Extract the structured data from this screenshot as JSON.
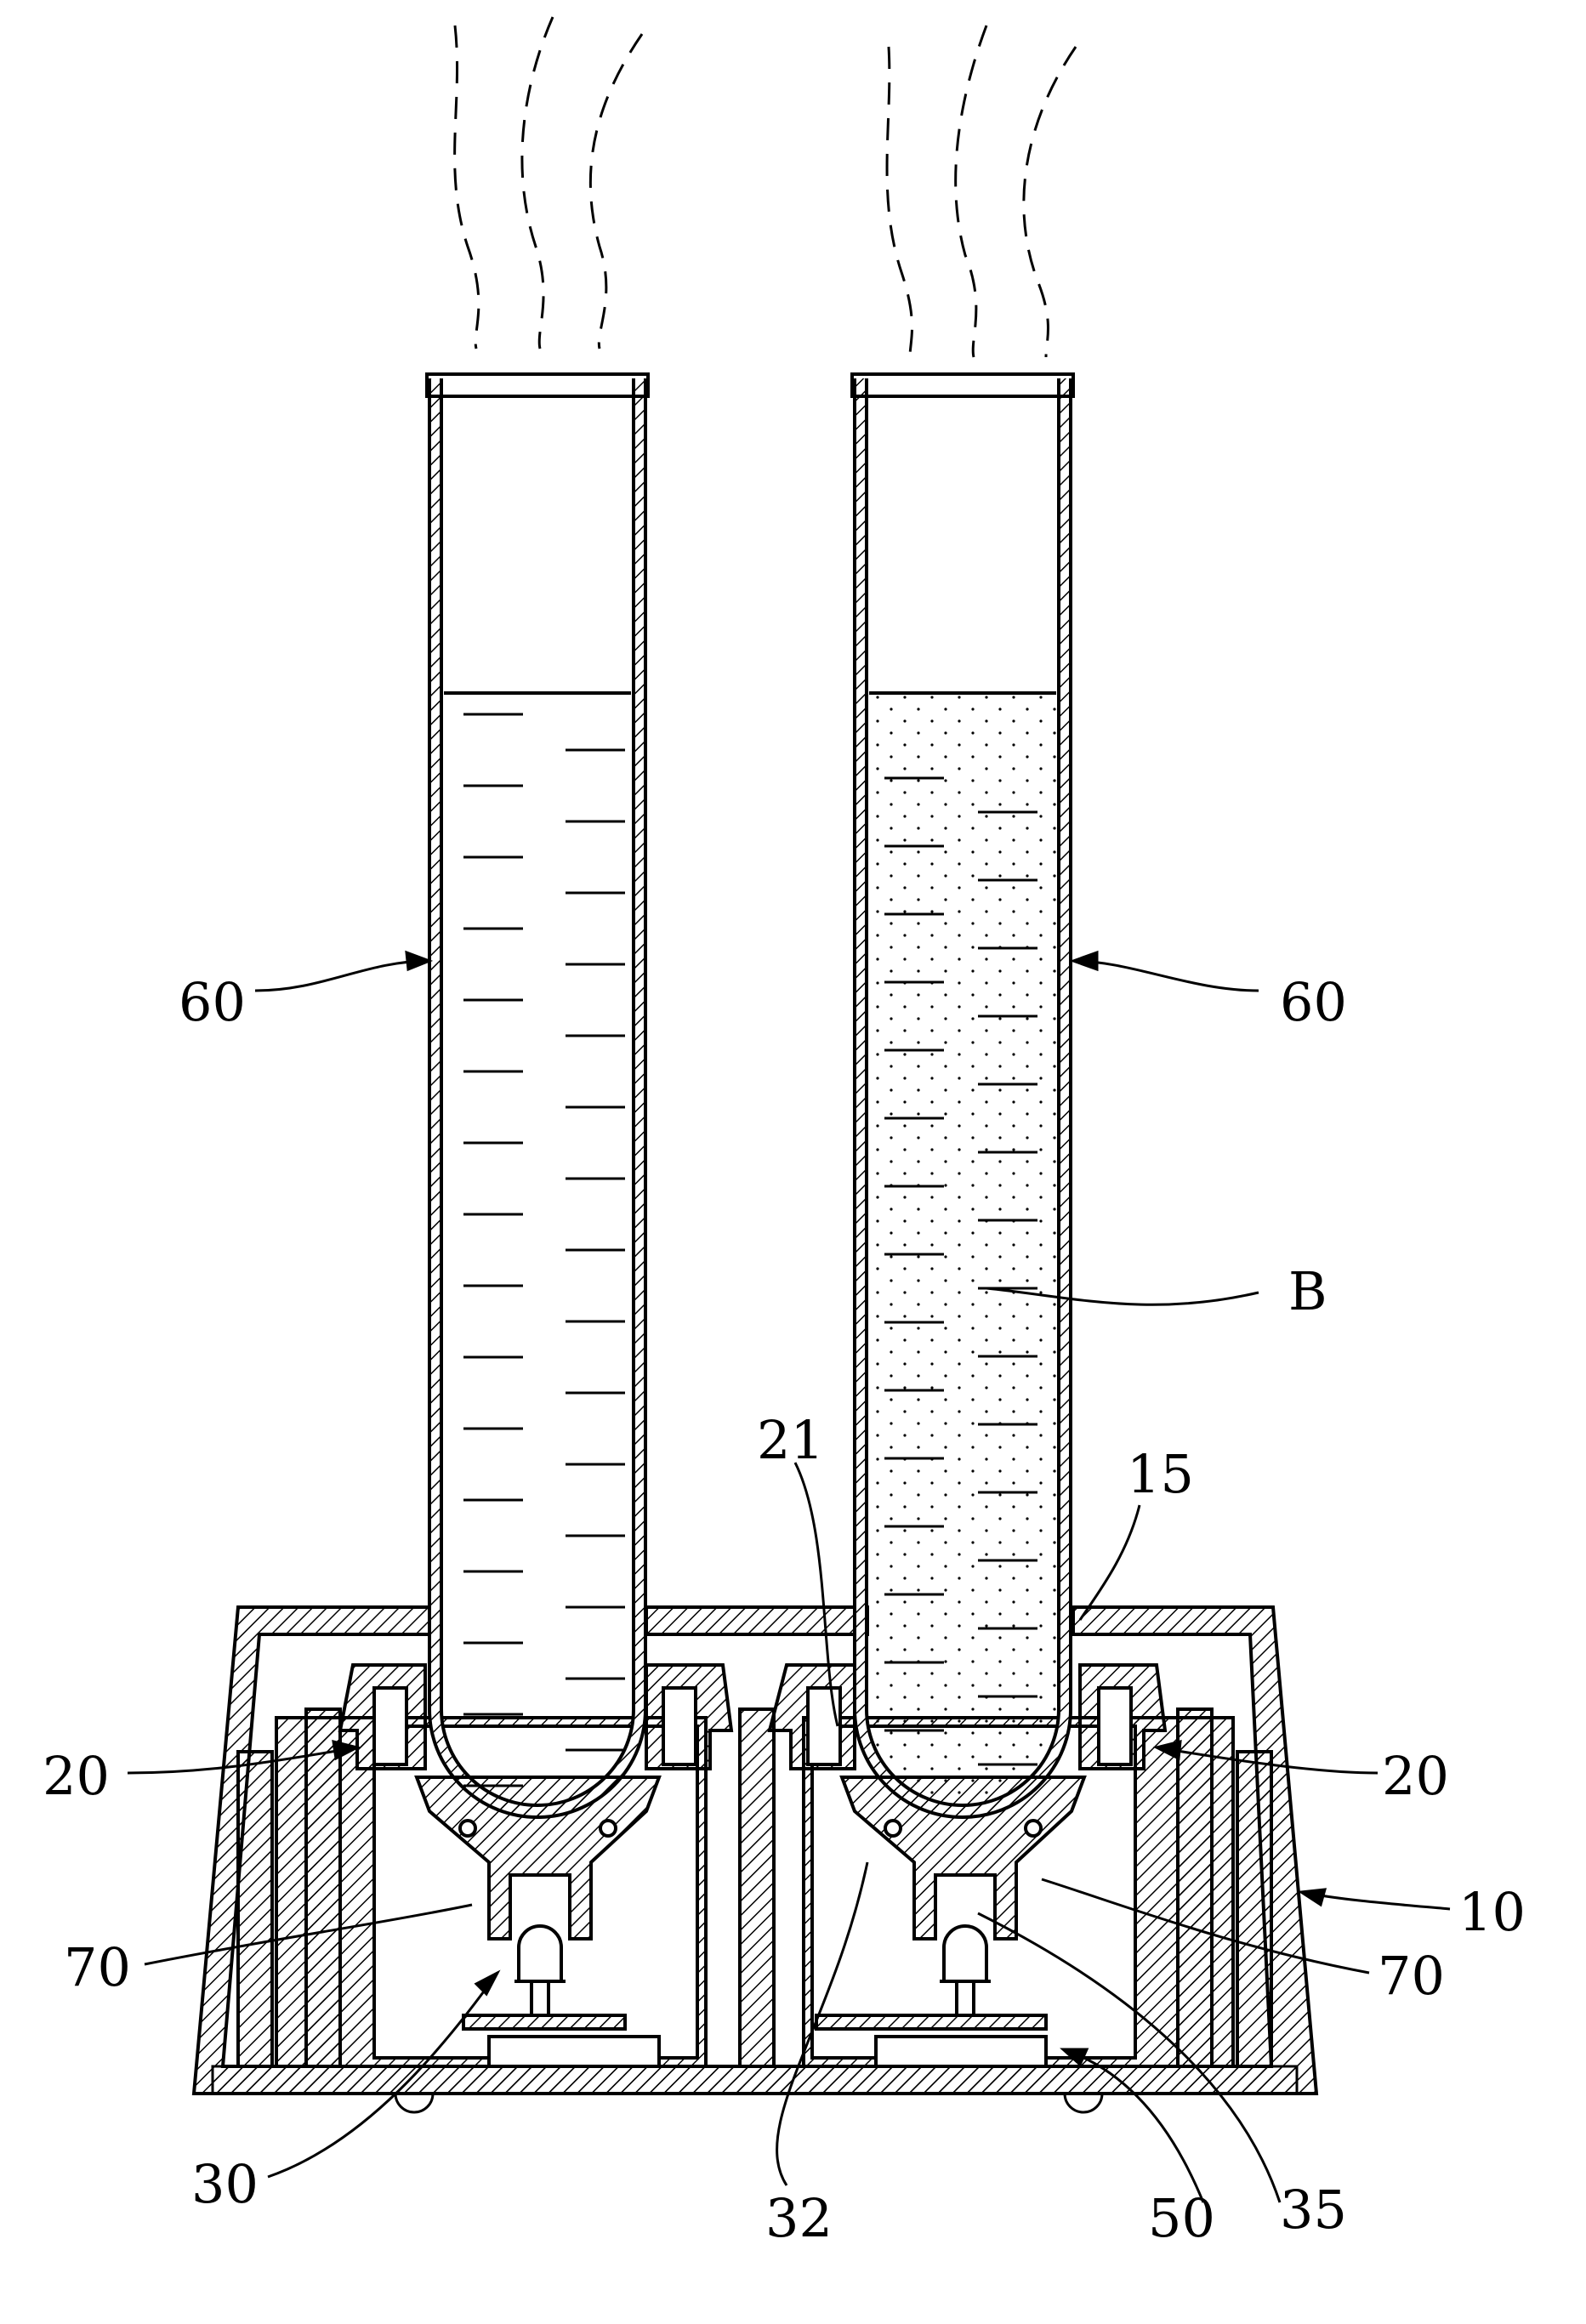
{
  "colors": {
    "ink": "#000000",
    "paper": "#ffffff"
  },
  "labels": {
    "tube_left": "60",
    "tube_right": "60",
    "liquid_b": "B",
    "rib": "21",
    "top_plate": "15",
    "holder_left": "20",
    "holder_right": "20",
    "housing": "10",
    "seal_left": "70",
    "seal_right": "70",
    "light_source": "30",
    "support_cup": "32",
    "circuit_board": "50",
    "stem": "35"
  }
}
